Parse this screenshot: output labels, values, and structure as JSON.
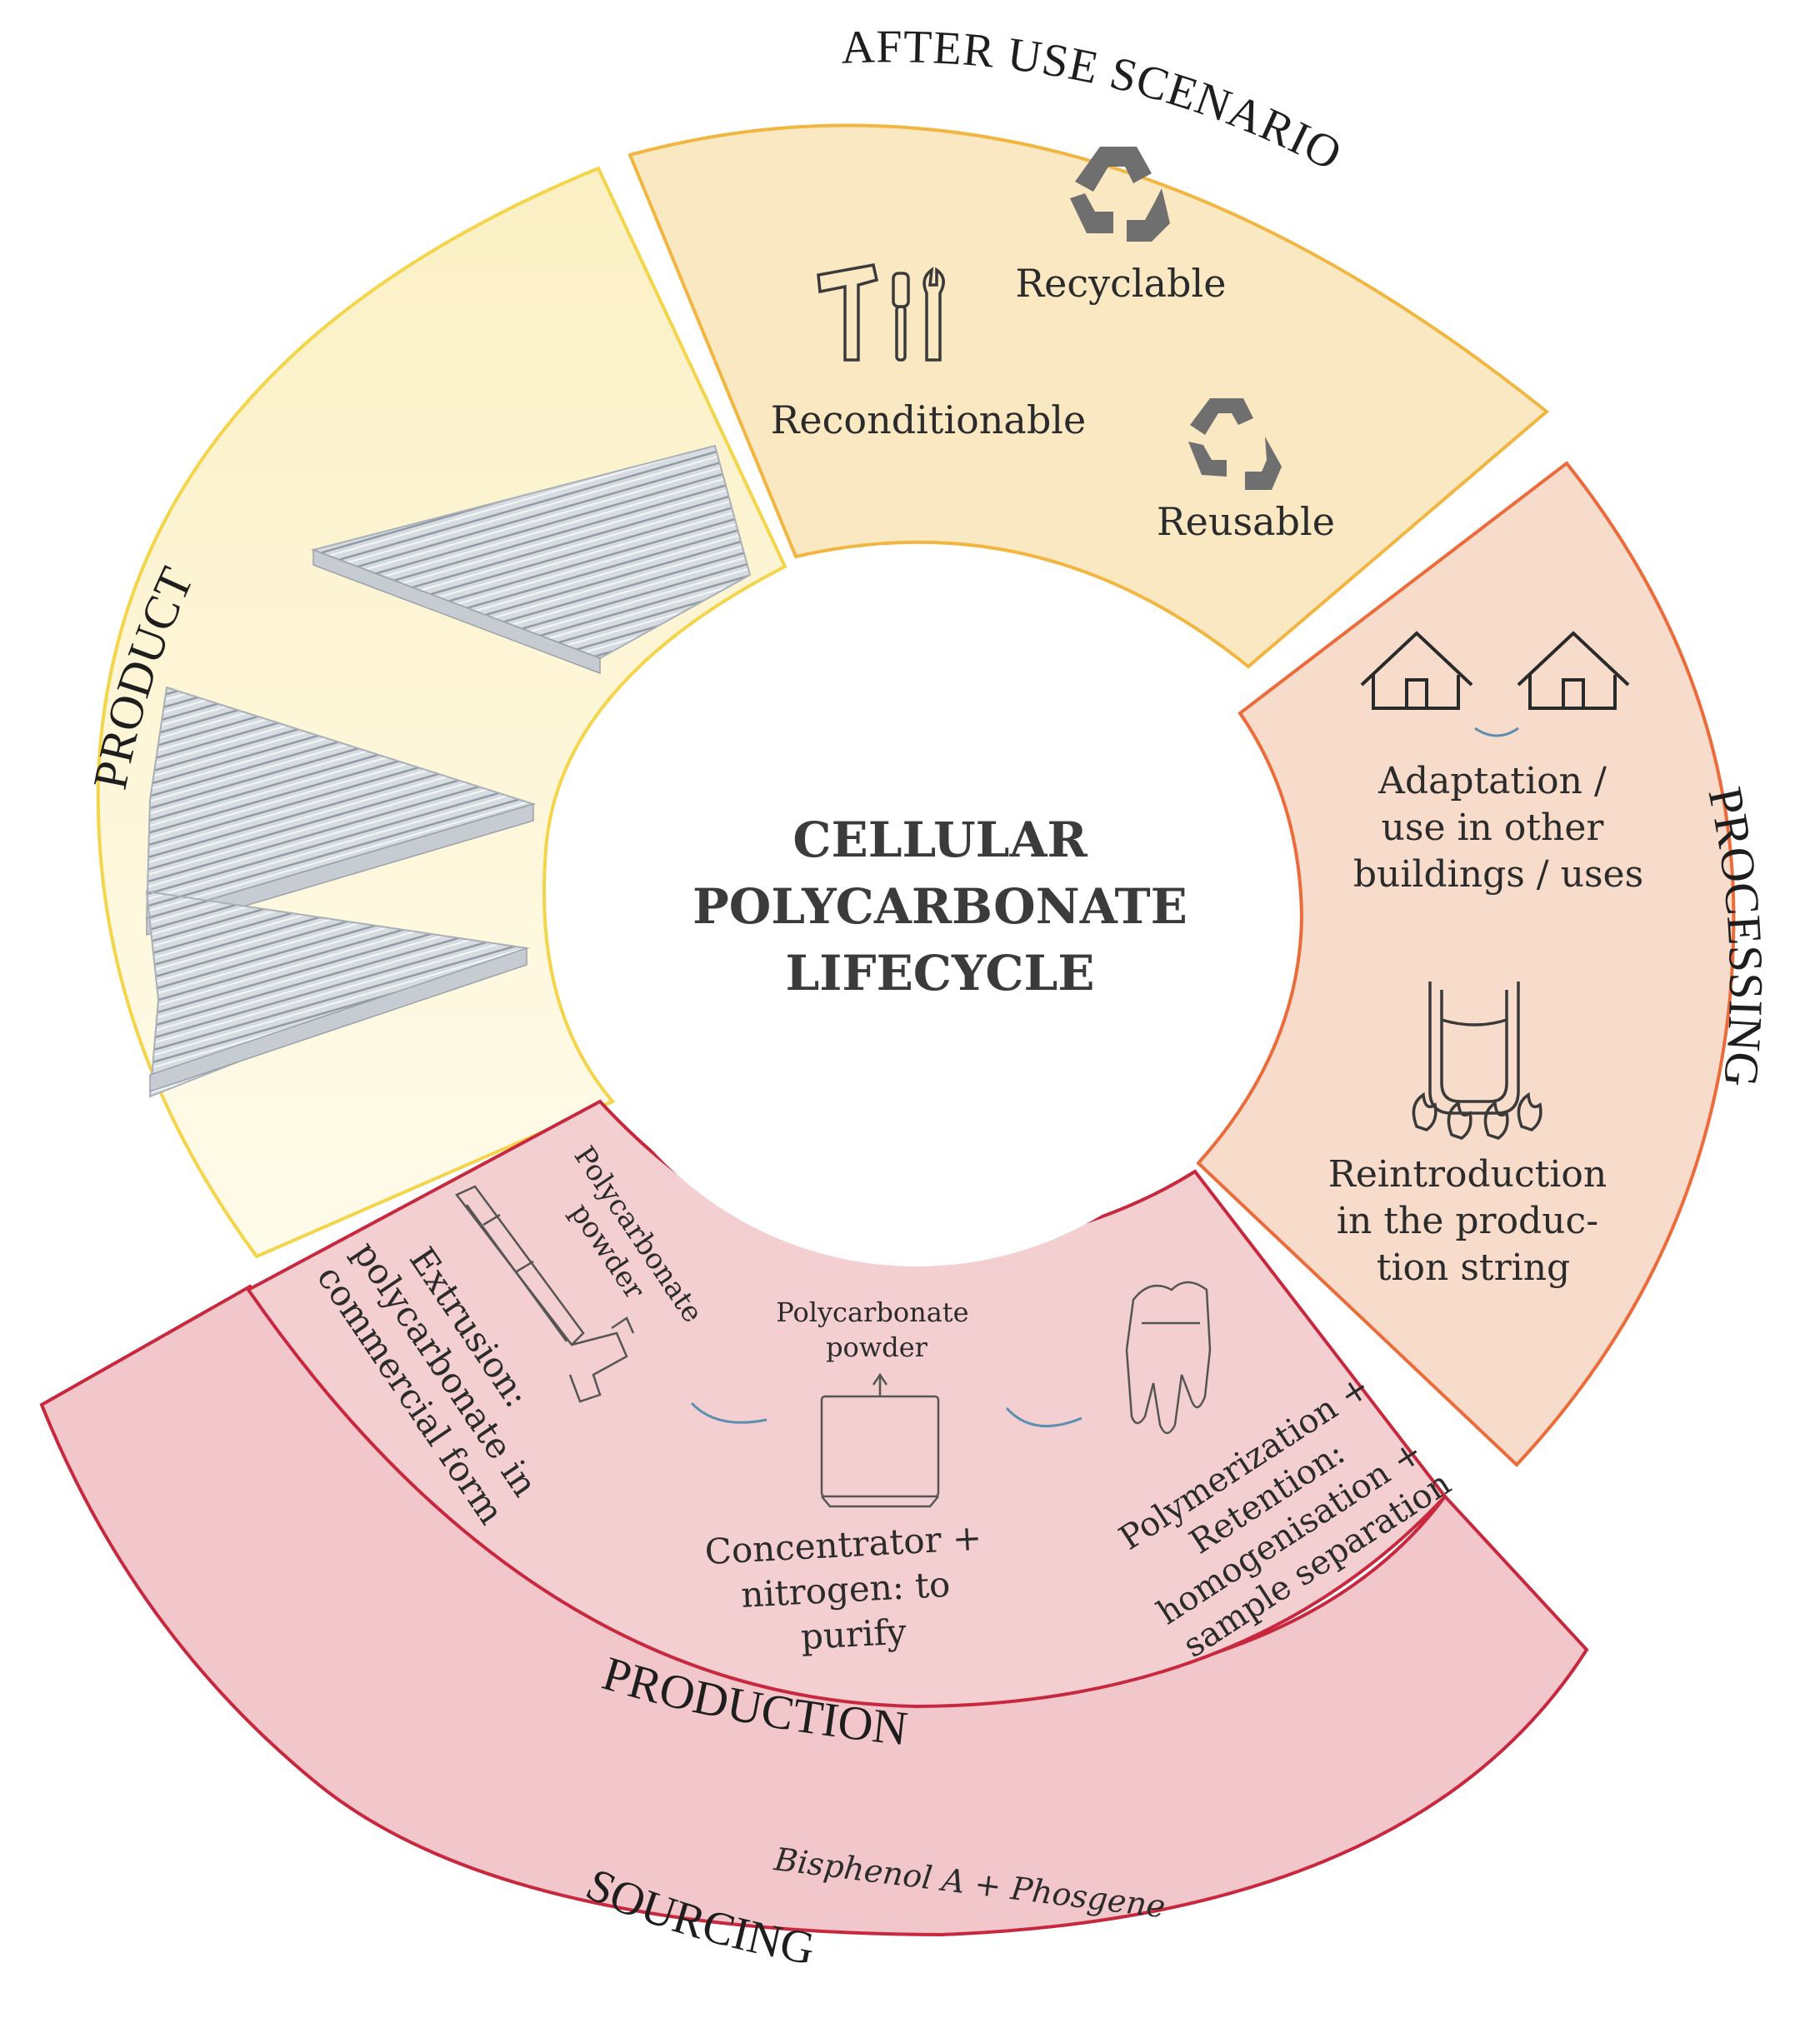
{
  "center": {
    "line1": "CELLULAR",
    "line2": "POLYCARBONATE",
    "line3": "LIFECYCLE"
  },
  "segments": {
    "after_use": {
      "title": "AFTER USE SCENARIO",
      "recyclable": "Recyclable",
      "reconditionable": "Reconditionable",
      "reusable": "Reusable"
    },
    "processing": {
      "title": "PROCESSING",
      "adaptation_lines": [
        "Adaptation /",
        "use in other",
        "buildings / uses"
      ],
      "reintroduction_lines": [
        "Reintroduction",
        "in the produc-",
        "tion string"
      ]
    },
    "product": {
      "title": "PRODUCT"
    },
    "production": {
      "title": "PRODUCTION",
      "extrusion_lines": [
        "Extrusion:",
        "polycarbonate in",
        "commercial form"
      ],
      "powder_rot_lines": [
        "Polycarbonate",
        "powder"
      ],
      "powder_lines": [
        "Polycarbonate",
        "powder"
      ],
      "concentrator_lines": [
        "Concentrator +",
        "nitrogen: to",
        "purify"
      ],
      "polymerization_lines": [
        "Polymerization +",
        "Retention:",
        "homogenisation +",
        "sample separation"
      ]
    },
    "sourcing": {
      "title": "SOURCING",
      "inputs": "Bisphenol A + Phosgene"
    }
  },
  "colors": {
    "after_use_fill": "#fae8c3",
    "after_use_stroke": "#f2b640",
    "processing_fill": "#f8dccb",
    "processing_stroke": "#ec6b3a",
    "product_fill": "#fdf7d3",
    "product_stroke": "#f4d54a",
    "production_fill": "#f4cfd2",
    "production_stroke": "#c8283d",
    "sourcing_fill": "#f1c7cc",
    "sourcing_stroke": "#c8283d"
  },
  "icons": [
    "recycle-icon",
    "tools-icon",
    "reuse-icon",
    "house-icon",
    "crucible-icon",
    "extruder-icon",
    "concentrator-icon",
    "reactor-icon"
  ]
}
